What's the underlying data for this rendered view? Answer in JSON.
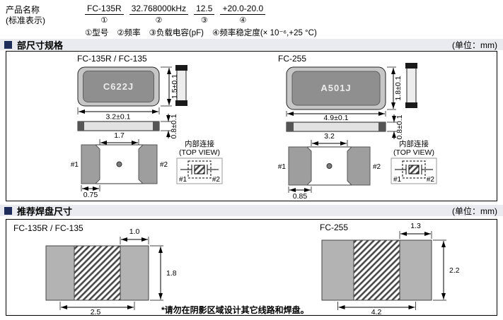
{
  "header": {
    "name_line1": "产品名称",
    "name_line2": "(标准表示)",
    "segments": [
      {
        "value": "FC-135R",
        "mark": "①"
      },
      {
        "value": "32.768000kHz",
        "mark": "②"
      },
      {
        "value": "12.5",
        "mark": "③"
      },
      {
        "value": "+20.0-20.0",
        "mark": "④"
      }
    ],
    "legend": [
      "①型号",
      "②频率",
      "③负载电容(pF)",
      "④频率稳定度(× 10⁻⁶,+25 °C)"
    ]
  },
  "section_dimensions": {
    "title": "部尺寸规格",
    "unit": "(单位：mm)"
  },
  "section_land": {
    "title": "推荐焊盘尺寸",
    "unit": "(单位：mm)"
  },
  "dim_fc135": {
    "title": "FC-135R / FC-135",
    "lid_label": "C622J",
    "body_width": "3.2±0.1",
    "body_height": "1.5±0.1",
    "body_thickness": "0.8±0.1",
    "pad_gap": "1.7",
    "pad_width": "0.75",
    "pin1": "#1",
    "pin2": "#2",
    "internal_title": "内部连接",
    "internal_subtitle": "(TOP VIEW)",
    "internal_pin1": "#1",
    "internal_pin2": "#2"
  },
  "dim_fc255": {
    "title": "FC-255",
    "lid_label": "A501J",
    "body_width": "4.9±0.1",
    "body_height": "1.8±0.1",
    "body_thickness": "0.8±0.1",
    "pad_gap": "3.2",
    "pad_width": "0.85",
    "pin1": "#1",
    "pin2": "#2",
    "internal_title": "内部连接",
    "internal_subtitle": "(TOP VIEW)",
    "internal_pin1": "#1",
    "internal_pin2": "#2"
  },
  "land_fc135": {
    "title": "FC-135R / FC-135",
    "pad_width": "1.0",
    "pad_height": "1.8",
    "pad_span": "2.5"
  },
  "land_fc255": {
    "title": "FC-255",
    "pad_width": "1.3",
    "pad_height": "2.2",
    "pad_span": "4.2"
  },
  "footnote": "*请勿在阴影区域设计其它线路和焊盘。"
}
